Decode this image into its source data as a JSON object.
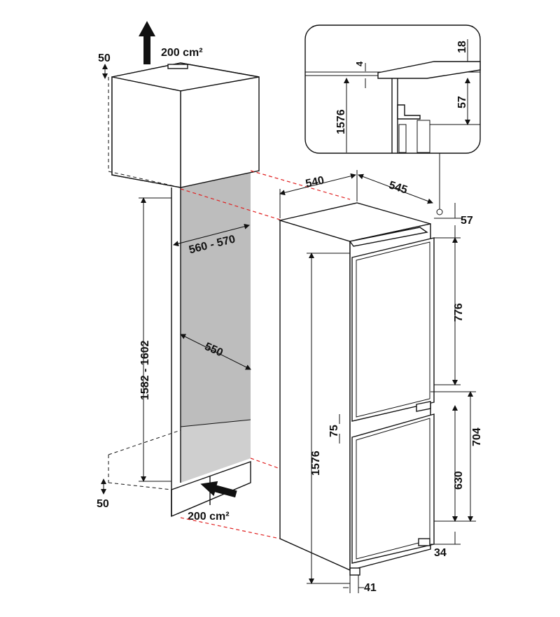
{
  "colors": {
    "ink": "#111111",
    "cavity": "#bdbdbd",
    "guide": "#e02020",
    "panel": "#ffffff"
  },
  "niche": {
    "vent_top_area": "200 cm²",
    "vent_bottom_area": "200 cm²",
    "clearance_top": "50",
    "clearance_bottom": "50",
    "width_range": "560 - 570",
    "depth": "550",
    "height_range": "1582 - 1602"
  },
  "appliance": {
    "top_width": "540",
    "top_depth": "545",
    "top_gap": "57",
    "total_height": "1576",
    "upper_door_height": "776",
    "middle_gap": "75",
    "lower_section_height": "704",
    "lower_door_height": "630",
    "foot_height": "34",
    "foot_depth": "41"
  },
  "detail": {
    "gap_top": "18",
    "gap_small": "4",
    "gap_mid": "57",
    "height": "1576"
  },
  "icons": {
    "top_arrow": "arrow-up-icon",
    "bottom_arrow": "arrow-right-icon"
  }
}
